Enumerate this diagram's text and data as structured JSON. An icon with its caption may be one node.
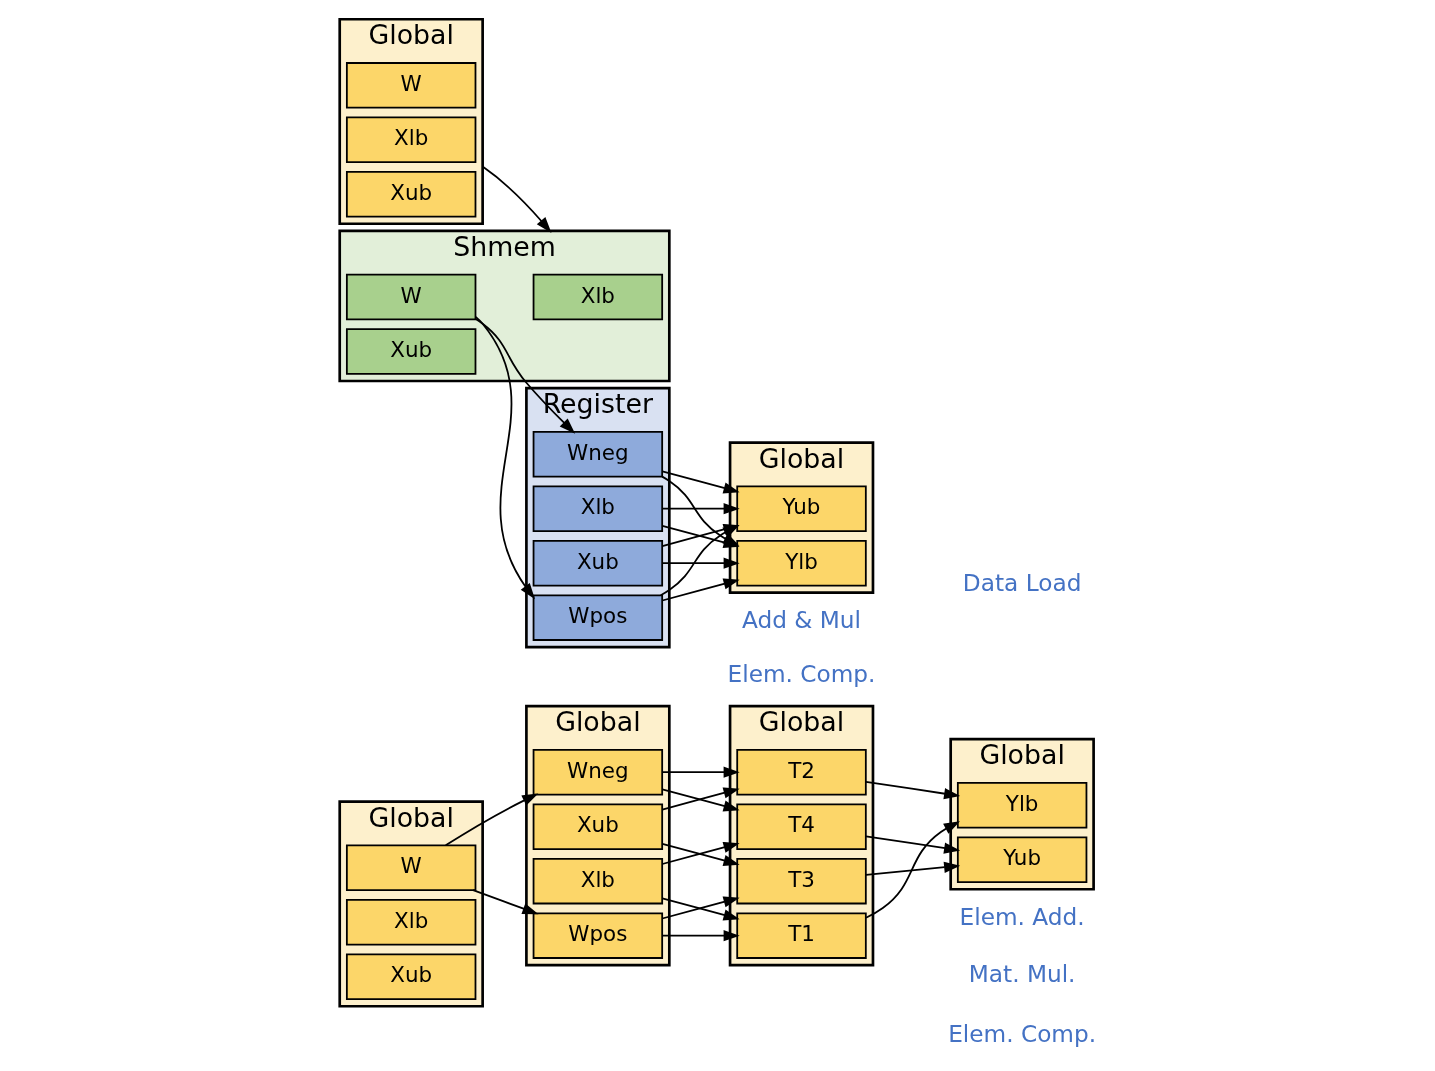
{
  "diagram": {
    "nodes": [
      {
        "text": [
          "Global"
        ]
      },
      {
        "text": [
          "W"
        ],
        "in": 0
      },
      {
        "text": [
          "Xlb"
        ],
        "in": 0
      },
      {
        "text": [
          "Xub"
        ],
        "in": 0
      },
      {
        "text": [
          "Global"
        ]
      },
      {
        "text": [
          "Wpos"
        ],
        "in": 4
      },
      {
        "text": [
          "Wneg"
        ],
        "in": 4
      },
      {
        "text": [
          "Xlb"
        ],
        "in": 4
      },
      {
        "text": [
          "Xub"
        ],
        "in": 4
      },
      {
        "text": [
          "Global"
        ]
      },
      {
        "text": [
          "T1"
        ],
        "in": 9
      },
      {
        "text": [
          "T2"
        ],
        "in": 9
      },
      {
        "text": [
          "T3"
        ],
        "in": 9
      },
      {
        "text": [
          "T4"
        ],
        "in": 9
      },
      {
        "text": [
          "Global"
        ]
      },
      {
        "text": [
          "Ylb"
        ],
        "in": 14
      },
      {
        "text": [
          "Yub"
        ],
        "in": 14
      },
      {
        "text": [
          "Global"
        ]
      },
      {
        "text": [
          "W"
        ],
        "in": 17
      },
      {
        "text": [
          "Xlb"
        ],
        "in": 17
      },
      {
        "text": [
          "Xub"
        ],
        "in": 17
      },
      {
        "text": [
          "Shmem"
        ]
      },
      {
        "text": [
          "W"
        ],
        "in": 21
      },
      {
        "text": [
          "Xlb"
        ],
        "in": 21
      },
      {
        "text": [
          "Xub"
        ],
        "in": 21
      },
      {
        "text": [
          "Register"
        ]
      },
      {
        "text": [
          "Wpos"
        ],
        "in": 25
      },
      {
        "text": [
          "Wneg"
        ],
        "in": 25
      },
      {
        "text": [
          "Xlb"
        ],
        "in": 25
      },
      {
        "text": [
          "Xub"
        ],
        "in": 25
      },
      {
        "text": [
          "Global"
        ]
      },
      {
        "text": [
          "Ylb"
        ],
        "in": 30
      },
      {
        "text": [
          "Yub"
        ],
        "in": 30
      }
    ],
    "edges": [
      {
        "from": 1,
        "to": 5,
        "arrow": "to"
      },
      {
        "from": 1,
        "to": 6,
        "arrow": "to"
      },
      {
        "from": 5,
        "to": 10,
        "arrow": "to"
      },
      {
        "from": 5,
        "to": 12,
        "arrow": "to"
      },
      {
        "from": 6,
        "to": 11,
        "arrow": "to"
      },
      {
        "from": 6,
        "to": 13,
        "arrow": "to"
      },
      {
        "from": 7,
        "to": 10,
        "arrow": "to"
      },
      {
        "from": 7,
        "to": 13,
        "arrow": "to"
      },
      {
        "from": 8,
        "to": 11,
        "arrow": "to"
      },
      {
        "from": 8,
        "to": 12,
        "arrow": "to"
      },
      {
        "from": 10,
        "to": 15,
        "arrow": "to"
      },
      {
        "from": 11,
        "to": 15,
        "arrow": "to"
      },
      {
        "from": 12,
        "to": 16,
        "arrow": "to"
      },
      {
        "from": 13,
        "to": 16,
        "arrow": "to"
      },
      {
        "from": 17,
        "to": 21,
        "arrow": "to"
      },
      {
        "from": 22,
        "to": 26,
        "arrow": "to"
      },
      {
        "from": 22,
        "to": 27,
        "arrow": "to"
      },
      {
        "from": 26,
        "to": 31,
        "arrow": "to"
      },
      {
        "from": 26,
        "to": 32,
        "arrow": "to"
      },
      {
        "from": 27,
        "to": 31,
        "arrow": "to"
      },
      {
        "from": 27,
        "to": 32,
        "arrow": "to"
      },
      {
        "from": 28,
        "to": 31,
        "arrow": "to"
      },
      {
        "from": 28,
        "to": 32,
        "arrow": "to"
      },
      {
        "from": 29,
        "to": 31,
        "arrow": "to"
      },
      {
        "from": 29,
        "to": 32,
        "arrow": "to"
      }
    ],
    "labels": [
      "Elem. Comp.",
      "Mat. Mul.",
      "Elem. Add.",
      "Data Load",
      "Elem. Comp.",
      "Add & Mul"
    ]
  }
}
